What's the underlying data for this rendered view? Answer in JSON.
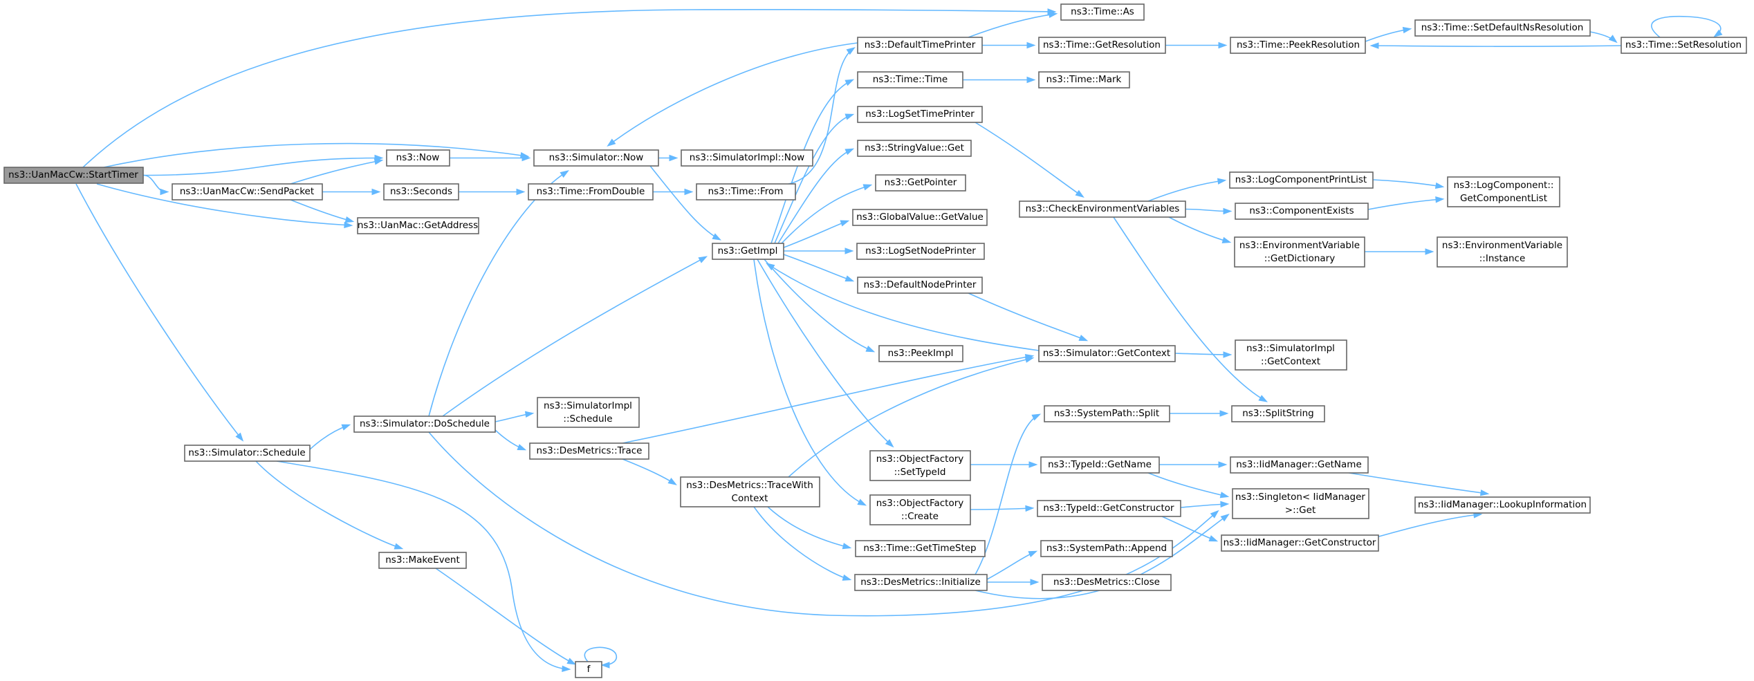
{
  "graph": {
    "accent_color": "#63b8ff",
    "root_fill": "#999999",
    "nodes": [
      {
        "id": "n_start",
        "label": [
          "ns3::UanMacCw::StartTimer"
        ]
      },
      {
        "id": "n_as",
        "label": [
          "ns3::Time::As"
        ]
      },
      {
        "id": "n_defprint",
        "label": [
          "ns3::DefaultTimePrinter"
        ]
      },
      {
        "id": "n_getres",
        "label": [
          "ns3::Time::GetResolution"
        ]
      },
      {
        "id": "n_peekres",
        "label": [
          "ns3::Time::PeekResolution"
        ]
      },
      {
        "id": "n_setdefns",
        "label": [
          "ns3::Time::SetDefaultNsResolution"
        ]
      },
      {
        "id": "n_setres",
        "label": [
          "ns3::Time::SetResolution"
        ]
      },
      {
        "id": "n_timetime",
        "label": [
          "ns3::Time::Time"
        ]
      },
      {
        "id": "n_mark",
        "label": [
          "ns3::Time::Mark"
        ]
      },
      {
        "id": "n_logsettp",
        "label": [
          "ns3::LogSetTimePrinter"
        ]
      },
      {
        "id": "n_now",
        "label": [
          "ns3::Now"
        ]
      },
      {
        "id": "n_simnow",
        "label": [
          "ns3::Simulator::Now"
        ]
      },
      {
        "id": "n_simimplnow",
        "label": [
          "ns3::SimulatorImpl::Now"
        ]
      },
      {
        "id": "n_sendpacket",
        "label": [
          "ns3::UanMacCw::SendPacket"
        ]
      },
      {
        "id": "n_strget",
        "label": [
          "ns3::StringValue::Get"
        ]
      },
      {
        "id": "n_seconds",
        "label": [
          "ns3::Seconds"
        ]
      },
      {
        "id": "n_fromdouble",
        "label": [
          "ns3::Time::FromDouble"
        ]
      },
      {
        "id": "n_from",
        "label": [
          "ns3::Time::From"
        ]
      },
      {
        "id": "n_getpointer",
        "label": [
          "ns3::GetPointer"
        ]
      },
      {
        "id": "n_checkenv",
        "label": [
          "ns3::CheckEnvironmentVariables"
        ]
      },
      {
        "id": "n_logcomplist",
        "label": [
          "ns3::LogComponentPrintList"
        ]
      },
      {
        "id": "n_getcomplist",
        "label": [
          "ns3::LogComponent::",
          "GetComponentList"
        ]
      },
      {
        "id": "n_compexists",
        "label": [
          "ns3::ComponentExists"
        ]
      },
      {
        "id": "n_getaddr",
        "label": [
          "ns3::UanMac::GetAddress"
        ]
      },
      {
        "id": "n_gvget",
        "label": [
          "ns3::GlobalValue::GetValue"
        ]
      },
      {
        "id": "n_getimpl",
        "label": [
          "ns3::GetImpl"
        ]
      },
      {
        "id": "n_lognodep",
        "label": [
          "ns3::LogSetNodePrinter"
        ]
      },
      {
        "id": "n_envdict",
        "label": [
          "ns3::EnvironmentVariable",
          "::GetDictionary"
        ]
      },
      {
        "id": "n_envinst",
        "label": [
          "ns3::EnvironmentVariable",
          "::Instance"
        ]
      },
      {
        "id": "n_defnodep",
        "label": [
          "ns3::DefaultNodePrinter"
        ]
      },
      {
        "id": "n_peekimpl",
        "label": [
          "ns3::PeekImpl"
        ]
      },
      {
        "id": "n_simgetctx",
        "label": [
          "ns3::Simulator::GetContext"
        ]
      },
      {
        "id": "n_implgetctx",
        "label": [
          "ns3::SimulatorImpl",
          "::GetContext"
        ]
      },
      {
        "id": "n_implsched",
        "label": [
          "ns3::SimulatorImpl",
          "::Schedule"
        ]
      },
      {
        "id": "n_dosched",
        "label": [
          "ns3::Simulator::DoSchedule"
        ]
      },
      {
        "id": "n_syssplit",
        "label": [
          "ns3::SystemPath::Split"
        ]
      },
      {
        "id": "n_splitstr",
        "label": [
          "ns3::SplitString"
        ]
      },
      {
        "id": "n_simsched",
        "label": [
          "ns3::Simulator::Schedule"
        ]
      },
      {
        "id": "n_trace",
        "label": [
          "ns3::DesMetrics::Trace"
        ]
      },
      {
        "id": "n_settypeid",
        "label": [
          "ns3::ObjectFactory",
          "::SetTypeId"
        ]
      },
      {
        "id": "n_getname",
        "label": [
          "ns3::TypeId::GetName"
        ]
      },
      {
        "id": "n_iidgetname",
        "label": [
          "ns3::IidManager::GetName"
        ]
      },
      {
        "id": "n_tracectx",
        "label": [
          "ns3::DesMetrics::TraceWith",
          "Context"
        ]
      },
      {
        "id": "n_ofcreate",
        "label": [
          "ns3::ObjectFactory",
          "::Create"
        ]
      },
      {
        "id": "n_getctor",
        "label": [
          "ns3::TypeId::GetConstructor"
        ]
      },
      {
        "id": "n_singleton",
        "label": [
          "ns3::Singleton< IidManager",
          " >::Get"
        ]
      },
      {
        "id": "n_lookupinfo",
        "label": [
          "ns3::IidManager::LookupInformation"
        ]
      },
      {
        "id": "n_iidgetctor",
        "label": [
          "ns3::IidManager::GetConstructor"
        ]
      },
      {
        "id": "n_gettimestep",
        "label": [
          "ns3::Time::GetTimeStep"
        ]
      },
      {
        "id": "n_sysappend",
        "label": [
          "ns3::SystemPath::Append"
        ]
      },
      {
        "id": "n_makeevent",
        "label": [
          "ns3::MakeEvent"
        ]
      },
      {
        "id": "n_init",
        "label": [
          "ns3::DesMetrics::Initialize"
        ]
      },
      {
        "id": "n_close",
        "label": [
          "ns3::DesMetrics::Close"
        ]
      },
      {
        "id": "n_f",
        "label": [
          "f"
        ]
      }
    ],
    "edges": [
      [
        "n_start",
        "n_as"
      ],
      [
        "n_start",
        "n_simnow"
      ],
      [
        "n_start",
        "n_now"
      ],
      [
        "n_start",
        "n_sendpacket"
      ],
      [
        "n_start",
        "n_getaddr"
      ],
      [
        "n_start",
        "n_simsched"
      ],
      [
        "n_sendpacket",
        "n_now"
      ],
      [
        "n_sendpacket",
        "n_seconds"
      ],
      [
        "n_sendpacket",
        "n_getaddr"
      ],
      [
        "n_now",
        "n_simnow"
      ],
      [
        "n_seconds",
        "n_fromdouble"
      ],
      [
        "n_fromdouble",
        "n_from"
      ],
      [
        "n_from",
        "n_defprint"
      ],
      [
        "n_simnow",
        "n_simimplnow"
      ],
      [
        "n_simnow",
        "n_getimpl"
      ],
      [
        "n_defprint",
        "n_as"
      ],
      [
        "n_defprint",
        "n_getres"
      ],
      [
        "n_defprint",
        "n_simnow"
      ],
      [
        "n_getres",
        "n_peekres"
      ],
      [
        "n_peekres",
        "n_setdefns"
      ],
      [
        "n_setdefns",
        "n_setres"
      ],
      [
        "n_setres",
        "n_peekres"
      ],
      [
        "n_setres",
        "n_setres"
      ],
      [
        "n_timetime",
        "n_mark"
      ],
      [
        "n_getimpl",
        "n_timetime"
      ],
      [
        "n_getimpl",
        "n_logsettp"
      ],
      [
        "n_getimpl",
        "n_strget"
      ],
      [
        "n_getimpl",
        "n_getpointer"
      ],
      [
        "n_getimpl",
        "n_gvget"
      ],
      [
        "n_getimpl",
        "n_lognodep"
      ],
      [
        "n_getimpl",
        "n_defnodep"
      ],
      [
        "n_getimpl",
        "n_peekimpl"
      ],
      [
        "n_getimpl",
        "n_settypeid"
      ],
      [
        "n_getimpl",
        "n_ofcreate"
      ],
      [
        "n_logsettp",
        "n_checkenv"
      ],
      [
        "n_defnodep",
        "n_simgetctx"
      ],
      [
        "n_checkenv",
        "n_logcomplist"
      ],
      [
        "n_checkenv",
        "n_compexists"
      ],
      [
        "n_checkenv",
        "n_envdict"
      ],
      [
        "n_checkenv",
        "n_splitstr"
      ],
      [
        "n_logcomplist",
        "n_getcomplist"
      ],
      [
        "n_compexists",
        "n_getcomplist"
      ],
      [
        "n_envdict",
        "n_envinst"
      ],
      [
        "n_simgetctx",
        "n_getimpl"
      ],
      [
        "n_simgetctx",
        "n_implgetctx"
      ],
      [
        "n_simsched",
        "n_dosched"
      ],
      [
        "n_simsched",
        "n_makeevent"
      ],
      [
        "n_simsched",
        "n_f"
      ],
      [
        "n_dosched",
        "n_simnow"
      ],
      [
        "n_dosched",
        "n_getimpl"
      ],
      [
        "n_dosched",
        "n_implsched"
      ],
      [
        "n_dosched",
        "n_trace"
      ],
      [
        "n_dosched",
        "n_singleton"
      ],
      [
        "n_trace",
        "n_simgetctx"
      ],
      [
        "n_trace",
        "n_tracectx"
      ],
      [
        "n_tracectx",
        "n_simgetctx"
      ],
      [
        "n_tracectx",
        "n_gettimestep"
      ],
      [
        "n_tracectx",
        "n_init"
      ],
      [
        "n_settypeid",
        "n_getname"
      ],
      [
        "n_getname",
        "n_iidgetname"
      ],
      [
        "n_getname",
        "n_singleton"
      ],
      [
        "n_iidgetname",
        "n_lookupinfo"
      ],
      [
        "n_ofcreate",
        "n_getctor"
      ],
      [
        "n_getctor",
        "n_singleton"
      ],
      [
        "n_getctor",
        "n_iidgetctor"
      ],
      [
        "n_iidgetctor",
        "n_lookupinfo"
      ],
      [
        "n_syssplit",
        "n_splitstr"
      ],
      [
        "n_init",
        "n_syssplit"
      ],
      [
        "n_init",
        "n_sysappend"
      ],
      [
        "n_init",
        "n_close"
      ],
      [
        "n_init",
        "n_singleton"
      ],
      [
        "n_makeevent",
        "n_f"
      ],
      [
        "n_f",
        "n_f"
      ]
    ]
  }
}
